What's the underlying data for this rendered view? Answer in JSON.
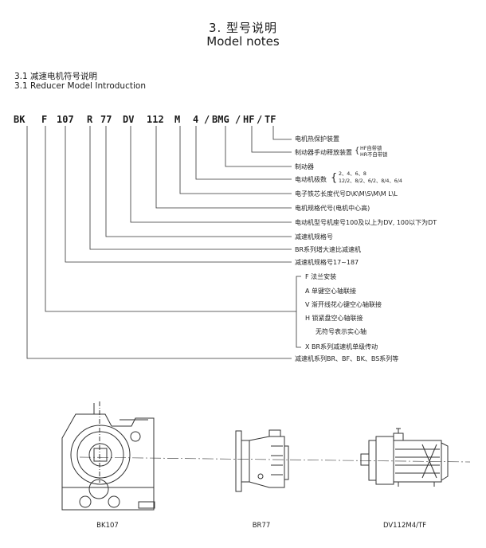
{
  "title": {
    "cn": "3. 型号说明",
    "en": "Model notes"
  },
  "section": {
    "cn": "3.1 减速电机符号说明",
    "en": "3.1 Reducer Model Introduction"
  },
  "code": {
    "bk": "BK",
    "f": "F",
    "size": "107",
    "r": "R",
    "r_size": "77",
    "dv": "DV",
    "frame": "112",
    "m": "M",
    "poles": "4",
    "sep1": "/",
    "bmg": "BMG",
    "sep2": "/",
    "hf": "HF",
    "sep3": "/",
    "tf": "TF"
  },
  "labels": {
    "tf": "电机热保护装置",
    "hf": "制动器手动释放装置",
    "hf_opt1": "HF自带锁",
    "hf_opt2": "HR不自带锁",
    "bmg": "制动器",
    "poles": "电动机极数",
    "poles_opt1": "2、4、6、8",
    "poles_opt2": "12/2、8/2、6/2、8/4、6/4",
    "m": "电子铁芯长度代号D\\K\\M\\S\\M\\M L\\L",
    "frame": "电机规格代号(电机中心高)",
    "dv": "电动机型号机座号100及以上为DV, 100以下为DT",
    "r_size": "减速机规格号",
    "r": "BR系列增大速比减速机",
    "size": "减速机规格号17~187",
    "mount_f": "F  法兰安装",
    "mount_a": "A  单键空心轴联接",
    "mount_v": "V  渐开线花心键空心轴联接",
    "mount_h": "H  锁紧盘空心轴联接",
    "mount_none": "无符号表示实心轴",
    "mount_x": "X  BR系列减速机单级传动",
    "series": "减速机系列BR、BF、BK、BS系列等"
  },
  "captions": {
    "bk": "BK107",
    "br": "BR77",
    "dv": "DV112M4/TF"
  }
}
